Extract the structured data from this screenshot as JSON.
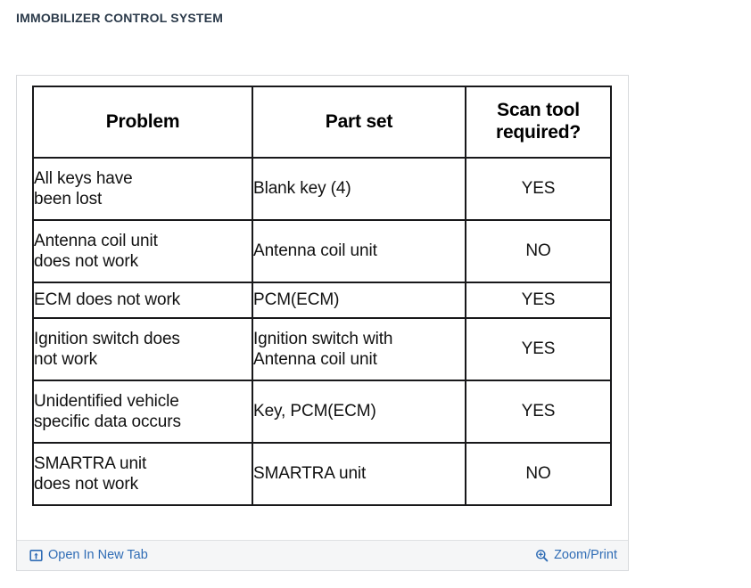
{
  "page": {
    "title": "IMMOBILIZER CONTROL SYSTEM"
  },
  "figure": {
    "table": {
      "columns": [
        {
          "key": "problem",
          "label": "Problem"
        },
        {
          "key": "part_set",
          "label": "Part set"
        },
        {
          "key": "scan_tool",
          "label": "Scan tool\nrequired?",
          "label_line1": "Scan tool",
          "label_line2": "required?"
        }
      ],
      "rows": [
        {
          "problem_line1": "All  keys  have",
          "problem_line2": "been  lost",
          "part_set": "Blank key (4)",
          "scan_tool": "YES"
        },
        {
          "problem_line1": "Antenna coil unit",
          "problem_line2": "does not work",
          "part_set": "Antenna coil unit",
          "scan_tool": "NO"
        },
        {
          "problem_line1": "ECM does not work",
          "problem_line2": "",
          "part_set": "PCM(ECM)",
          "scan_tool": "YES"
        },
        {
          "problem_line1": "Ignition switch does",
          "problem_line2": "not work",
          "part_set_line1": "Ignition switch with",
          "part_set_line2": "Antenna coil unit",
          "scan_tool": "YES"
        },
        {
          "problem_line1": "Unidentified vehicle",
          "problem_line2": "specific data occurs",
          "part_set": "Key, PCM(ECM)",
          "scan_tool": "YES"
        },
        {
          "problem_line1": "SMARTRA unit",
          "problem_line2": "does not work",
          "part_set": "SMARTRA unit",
          "scan_tool": "NO"
        }
      ]
    },
    "footer": {
      "open_new_tab": {
        "label": "Open In New Tab",
        "icon": "open-in-new-tab-icon"
      },
      "zoom_print": {
        "label": "Zoom/Print",
        "icon": "magnifier-plus-icon"
      },
      "link_color": "#2f6cb5",
      "background": "#f5f6f7"
    }
  }
}
